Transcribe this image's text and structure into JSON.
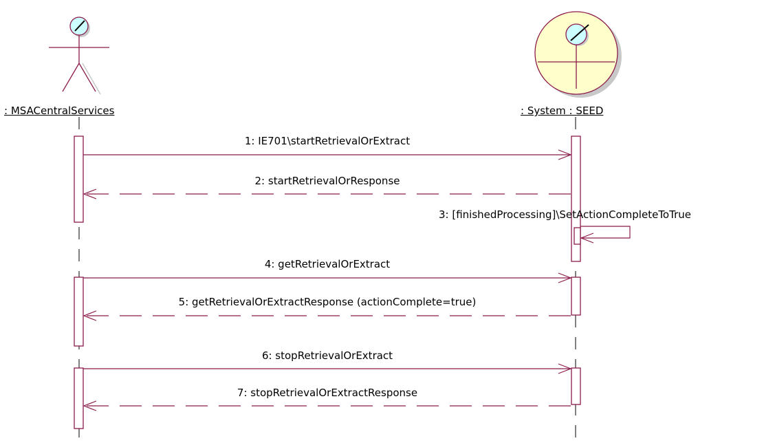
{
  "participants": [
    {
      "name": ": MSACentralServices",
      "kind": "actor"
    },
    {
      "name": ": System : SEED",
      "kind": "control"
    }
  ],
  "messages": [
    {
      "label": "1: IE701\\startRetrievalOrExtract",
      "style": "sync"
    },
    {
      "label": "2: startRetrievalOrResponse",
      "style": "return"
    },
    {
      "label": "3: [finishedProcessing]\\SetActionCompleteToTrue",
      "style": "self"
    },
    {
      "label": "4: getRetrievalOrExtract",
      "style": "sync"
    },
    {
      "label": "5: getRetrievalOrExtractResponse (actionComplete=true)",
      "style": "return"
    },
    {
      "label": "6: stopRetrievalOrExtract",
      "style": "sync"
    },
    {
      "label": "7: stopRetrievalOrExtractResponse",
      "style": "return"
    }
  ],
  "colors": {
    "line": "#8b1a4a",
    "icon_fill": "#ccffff",
    "control_fill": "#ffffcc",
    "shadow": "#c8c8c8",
    "text": "#000000"
  }
}
